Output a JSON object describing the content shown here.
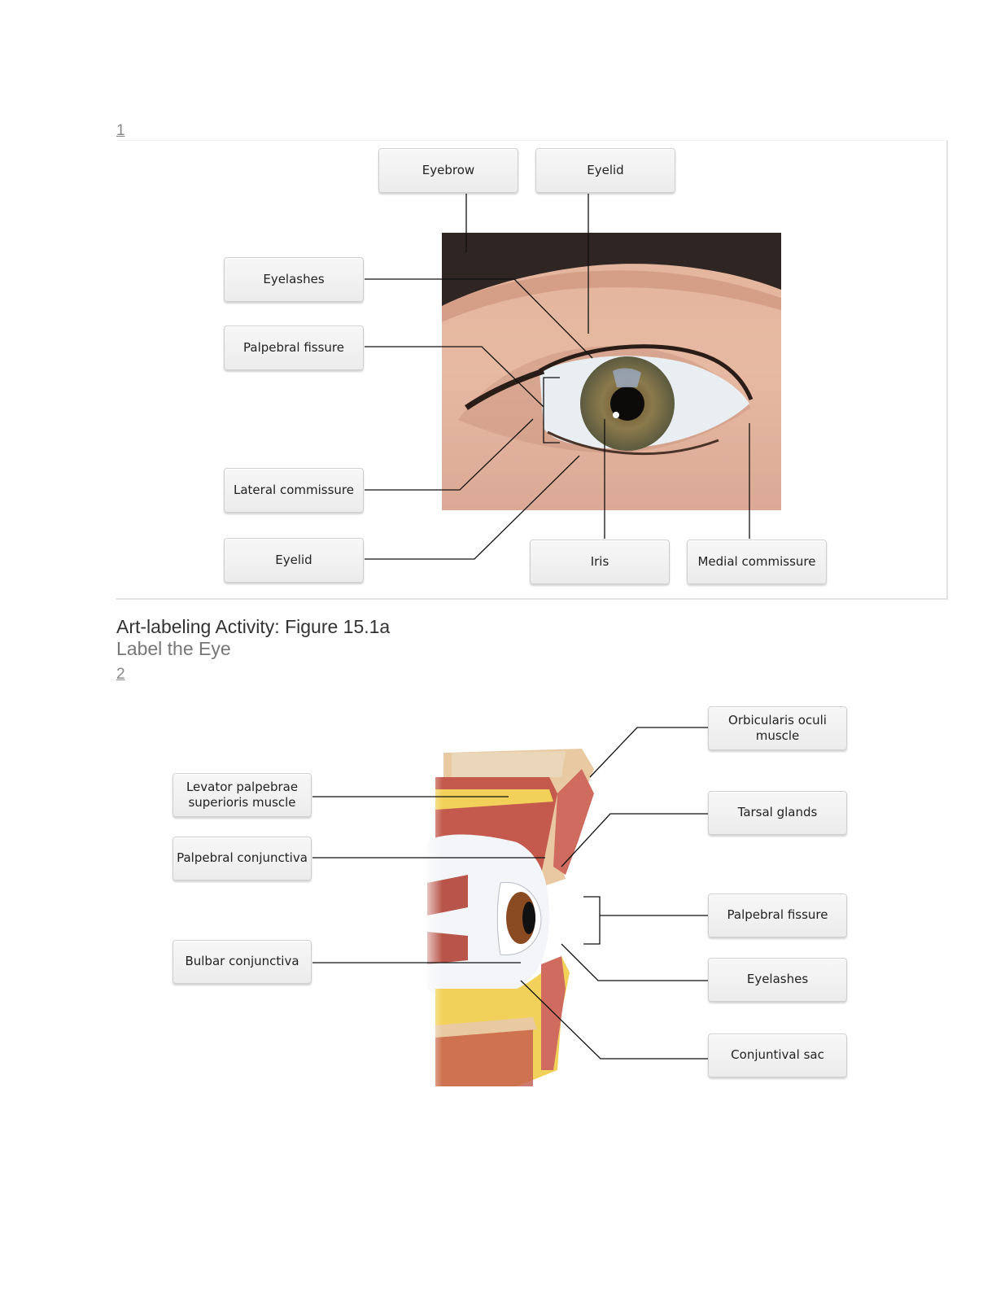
{
  "activity1": {
    "number": "1",
    "labels": {
      "eyebrow": "Eyebrow",
      "eyelid_top": "Eyelid",
      "eyelashes": "Eyelashes",
      "palpebral_fissure": "Palpebral fissure",
      "lateral_commissure": "Lateral commissure",
      "eyelid_bottom": "Eyelid",
      "iris": "Iris",
      "medial_commissure": "Medial commissure"
    }
  },
  "title": "Art-labeling Activity: Figure 15.1a",
  "subtitle": "Label the Eye",
  "activity2": {
    "number": "2",
    "labels": {
      "orbicularis": "Orbicularis oculi muscle",
      "levator": "Levator palpebrae superioris muscle",
      "tarsal_glands": "Tarsal glands",
      "palpebral_conjunctiva": "Palpebral conjunctiva",
      "palpebral_fissure": "Palpebral fissure",
      "bulbar_conjunctiva": "Bulbar conjunctiva",
      "eyelashes": "Eyelashes",
      "conjunctival_sac": "Conjuntival sac"
    }
  }
}
